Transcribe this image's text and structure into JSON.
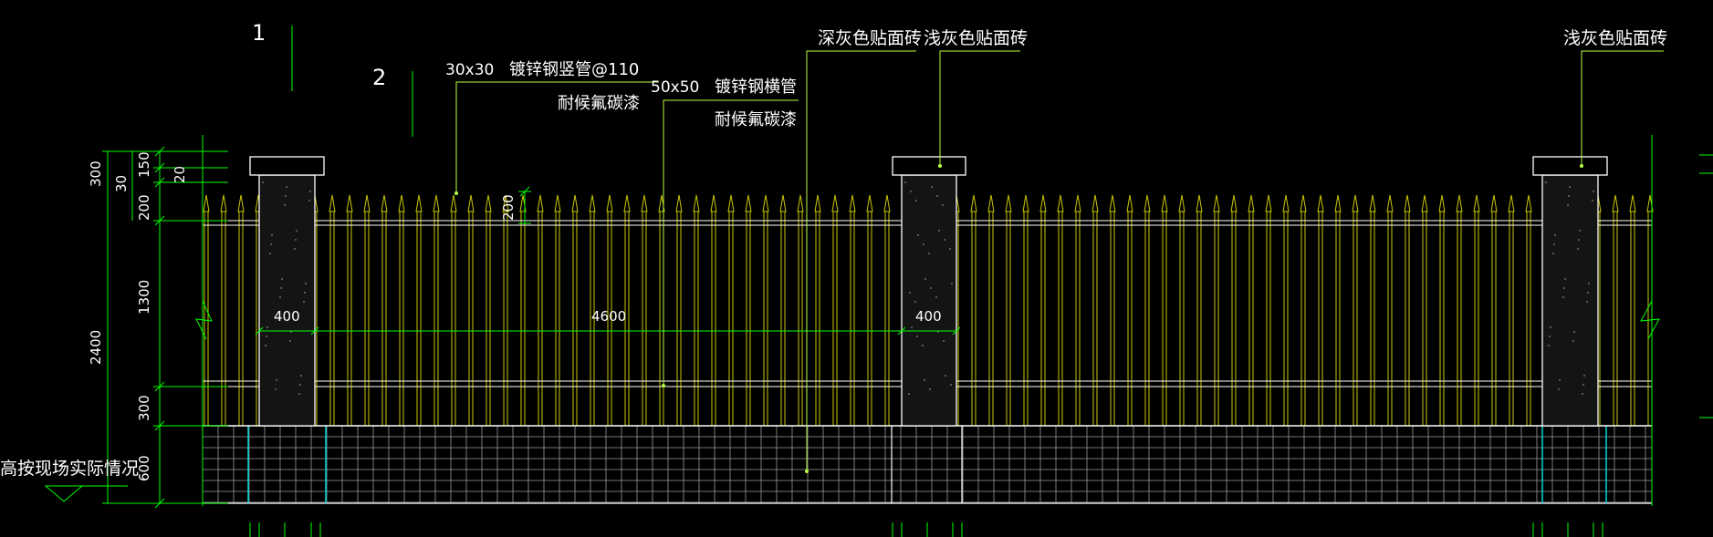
{
  "colors": {
    "background": "#000000",
    "dimension": "#00ff00",
    "fence": "#c8c800",
    "leader": "#b8ff40",
    "text": "#ffffff",
    "grid": "#9a9a9a",
    "cyan": "#00d8d8",
    "pillar": "#141414"
  },
  "labels": {
    "grid_1": "1",
    "grid_2": "2",
    "vertical_tube_size": "30x30",
    "vertical_tube": "镀锌钢竖管@110",
    "paint_1": "耐候氟碳漆",
    "horizontal_tube_size": "50x50",
    "horizontal_tube": "镀锌钢横管",
    "paint_2": "耐候氟碳漆",
    "dark_tile": "深灰色贴面砖",
    "light_tile_1": "浅灰色贴面砖",
    "light_tile_2": "浅灰色贴面砖",
    "side_note": "高按现场实际情况",
    "pillar_width_1": "400",
    "panel_width": "4600",
    "pillar_width_2": "400",
    "spike_height": "200"
  },
  "dimensions": {
    "total": "2400",
    "upper": "300",
    "seg_150": "150",
    "seg_20": "20",
    "seg_30": "30",
    "seg_200": "200",
    "seg_1300": "1300",
    "lower": "300",
    "base": "600"
  }
}
